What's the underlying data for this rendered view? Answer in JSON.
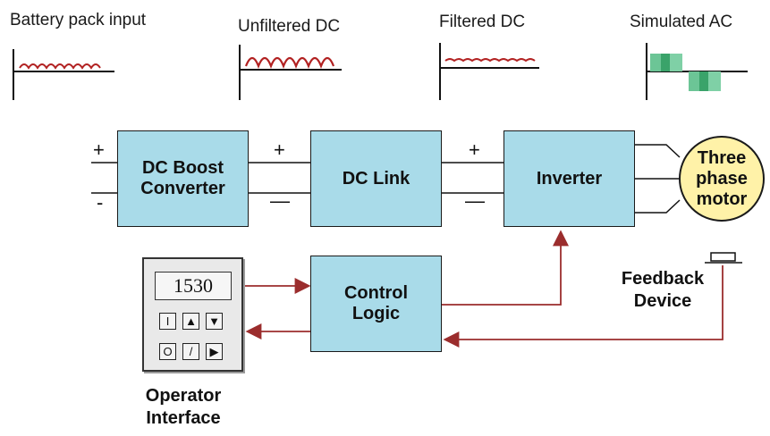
{
  "waveform_labels": {
    "battery": "Battery pack input",
    "unfiltered": "Unfiltered DC",
    "filtered": "Filtered DC",
    "simulated": "Simulated AC"
  },
  "blocks": {
    "dc_boost": "DC Boost Converter",
    "dc_link": "DC Link",
    "inverter": "Inverter",
    "control_logic": "Control Logic",
    "motor": "Three phase motor"
  },
  "terminals": {
    "plus": "+",
    "minus": "-",
    "minus_dash": "—"
  },
  "operator_panel": {
    "display_value": "1530",
    "keys": [
      "I",
      "▲",
      "▼",
      "O",
      "/",
      "▶"
    ]
  },
  "labels": {
    "feedback_device": "Feedback Device",
    "operator_interface": "Operator Interface"
  },
  "colors": {
    "block_fill": "#a9dbe9",
    "motor_fill": "#fff2a8",
    "signal_line": "#9b2d2d",
    "waveform": "#b22222",
    "ac_pulse": "#3aa36a"
  }
}
